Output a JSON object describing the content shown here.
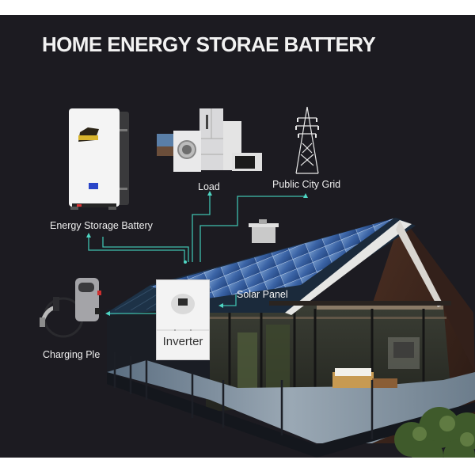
{
  "title": "HOME ENERGY STORAE BATTERY",
  "colors": {
    "background": "#1c1b21",
    "page": "#ffffff",
    "connector": "#3fbfae",
    "title": "#f2f2f2",
    "label": "#eeeeee"
  },
  "components": {
    "battery": {
      "label": "Energy Storage Battery",
      "icon": "wall-battery-icon"
    },
    "load": {
      "label": "Load",
      "icon": "home-appliances-icon"
    },
    "grid": {
      "label": "Public City Grid",
      "icon": "power-tower-icon"
    },
    "charger": {
      "label": "Charging Ple",
      "icon": "ev-charger-icon"
    },
    "inverter": {
      "label": "Inverter",
      "icon": "inverter-icon"
    },
    "solar": {
      "label": "Solar Panel",
      "icon": "solar-panel-icon"
    }
  }
}
